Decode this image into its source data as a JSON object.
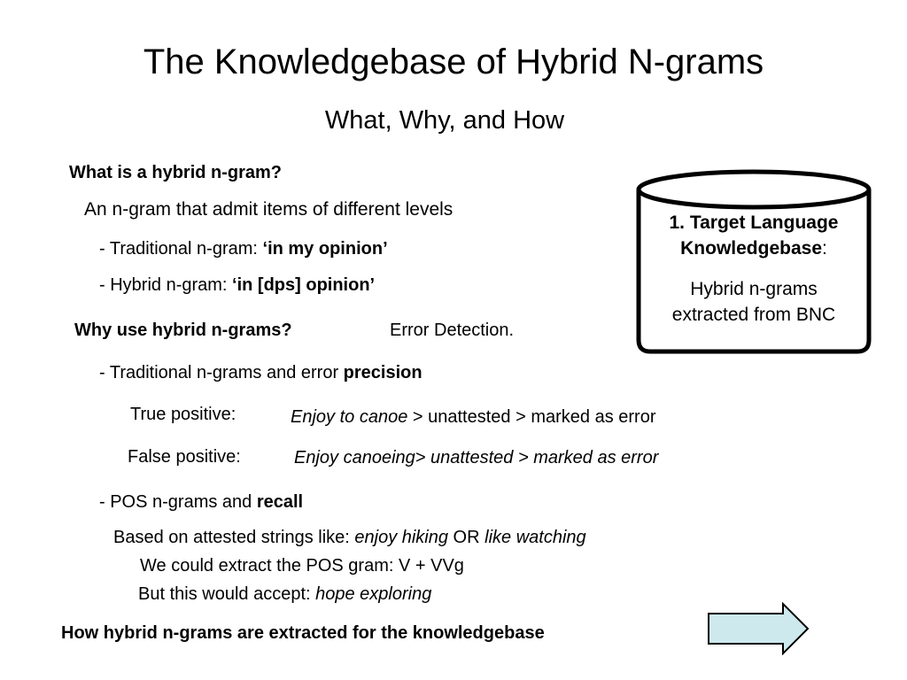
{
  "title": "The Knowledgebase of Hybrid N-grams",
  "subtitle": "What, Why, and How",
  "what": {
    "heading": "What is a hybrid n-gram?",
    "definition": "An n-gram that admit items of different levels",
    "traditional_prefix": "- Traditional n-gram: ",
    "traditional_example": "‘in my opinion’",
    "hybrid_prefix": "- Hybrid n-gram: ",
    "hybrid_example": "‘in [dps] opinion’"
  },
  "why": {
    "heading": "Why use hybrid n-grams?",
    "answer": "Error Detection.",
    "precision_prefix": "- Traditional n-grams and error ",
    "precision_bold": "precision",
    "true_positive_label": "True positive:",
    "true_positive_italic": "Enjoy to canoe",
    "true_positive_rest": " > unattested >  marked as error",
    "false_positive_label": "False positive:",
    "false_positive_text": "Enjoy canoeing> unattested > marked as error",
    "recall_prefix": "- POS n-grams and ",
    "recall_bold": "recall",
    "based_prefix": "Based on attested strings like: ",
    "based_ex1": "enjoy hiking",
    "based_or": " OR ",
    "based_ex2": "like watching",
    "extract_line": "We could extract the POS gram:  V + VVg",
    "accept_prefix": "But this would accept: ",
    "accept_example": "hope exploring"
  },
  "how": {
    "text": "How hybrid n-grams are extracted for the knowledgebase"
  },
  "cylinder": {
    "bold_line1": "1. Target Language",
    "bold_line2": "Knowledgebase",
    "colon": ":",
    "body_line1": "Hybrid n-grams",
    "body_line2": "extracted from BNC"
  },
  "colors": {
    "arrow_fill": "#cde9ee",
    "stroke": "#000000"
  }
}
